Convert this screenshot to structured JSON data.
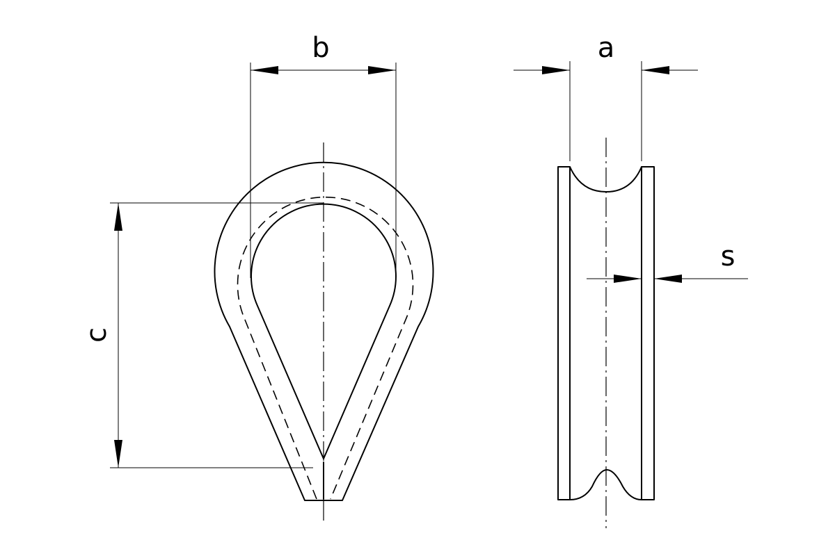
{
  "dimensions": {
    "b": "b",
    "a": "a",
    "c": "c",
    "s": "s"
  }
}
